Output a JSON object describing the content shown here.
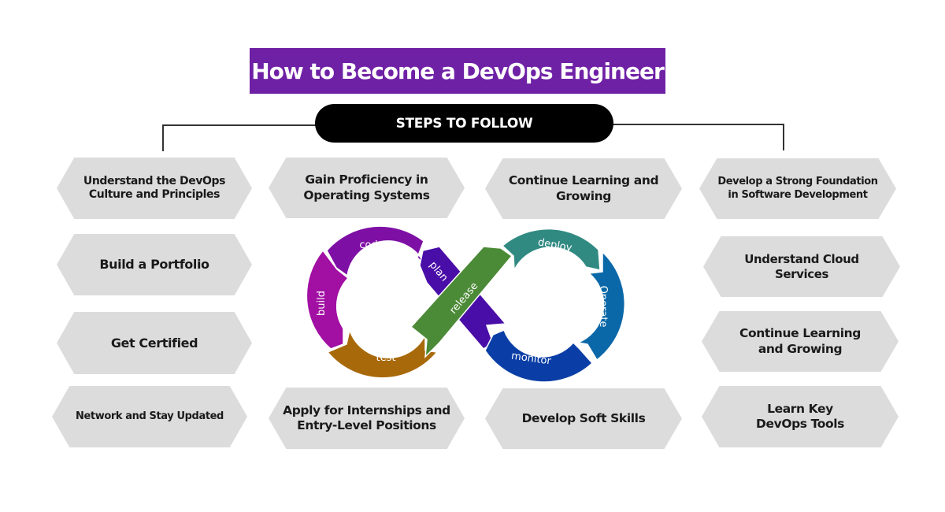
{
  "header": {
    "title": "How to Become a DevOps Engineer",
    "subtitle": "STEPS TO FOLLOW",
    "title_bg_color": "#6f21a6"
  },
  "columns": [
    {
      "steps": [
        {
          "label": "Understand the DevOps\nCulture and Principles"
        },
        {
          "label": "Build a Portfolio"
        },
        {
          "label": "Get Certified"
        },
        {
          "label": "Network and Stay Updated"
        }
      ]
    },
    {
      "steps": [
        {
          "label": "Gain Proficiency in\nOperating Systems"
        },
        {
          "label": "Apply for Internships and\nEntry-Level Positions"
        }
      ]
    },
    {
      "steps": [
        {
          "label": "Continue Learning and\nGrowing"
        },
        {
          "label": "Develop Soft Skills"
        }
      ]
    },
    {
      "steps": [
        {
          "label": "Develop a Strong Foundation\nin Software Development"
        },
        {
          "label": "Understand Cloud\nServices"
        },
        {
          "label": "Continue Learning\nand Growing"
        },
        {
          "label": "Learn Key\nDevOps Tools"
        }
      ]
    }
  ],
  "devops_loop": {
    "stages": [
      {
        "label": "plan",
        "color": "#4a0ea8"
      },
      {
        "label": "code",
        "color": "#7e0fa5"
      },
      {
        "label": "build",
        "color": "#a10fa3"
      },
      {
        "label": "test",
        "color": "#a8690a"
      },
      {
        "label": "release",
        "color": "#4b8a36"
      },
      {
        "label": "deploy",
        "color": "#318a82"
      },
      {
        "label": "Operate",
        "color": "#0b68a8"
      },
      {
        "label": "monitor",
        "color": "#0a3ea6"
      }
    ]
  }
}
